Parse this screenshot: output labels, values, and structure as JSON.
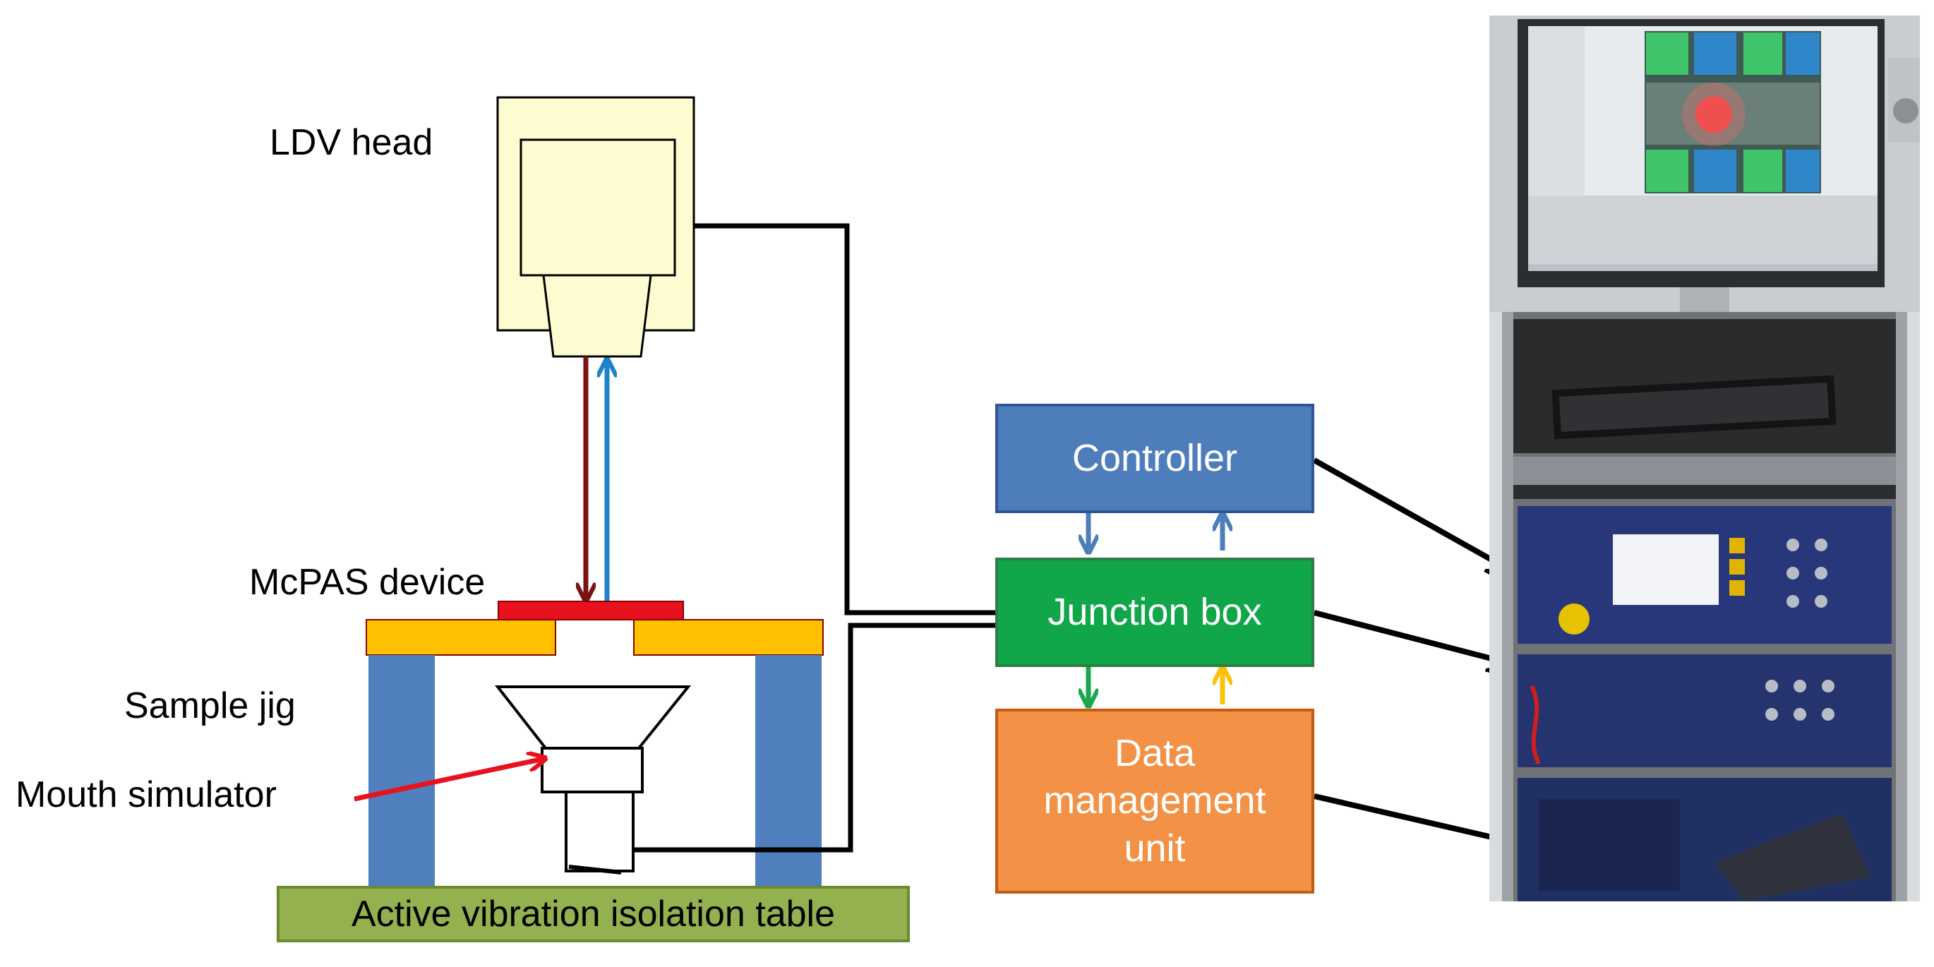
{
  "labels": {
    "ldv_head": "LDV head",
    "mcpas_device": "McPAS device",
    "sample_jig": "Sample jig",
    "mouth_simulator": "Mouth simulator",
    "table": "Active vibration isolation table"
  },
  "blocks": {
    "controller": "Controller",
    "junction_box": "Junction box",
    "data_management_unit": "Data management unit"
  },
  "colors": {
    "ldv_fill": "#fdfbd0",
    "jig_blue": "#4f7fbd",
    "jig_top_orange": "#ffc000",
    "device_red": "#e8121e",
    "table_green": "#93b14f",
    "controller_blue": "#4e7dbc",
    "junction_green": "#12a64b",
    "data_orange": "#f39246",
    "beam_dark_red": "#7b1212",
    "beam_blue": "#1c82cc",
    "arrow_green": "#1aa84f",
    "arrow_yellow": "#fdc20c",
    "pointer_red": "#e8121e"
  },
  "photo": {
    "subject": "rack-mounted measurement equipment with monitor and keyboard"
  }
}
